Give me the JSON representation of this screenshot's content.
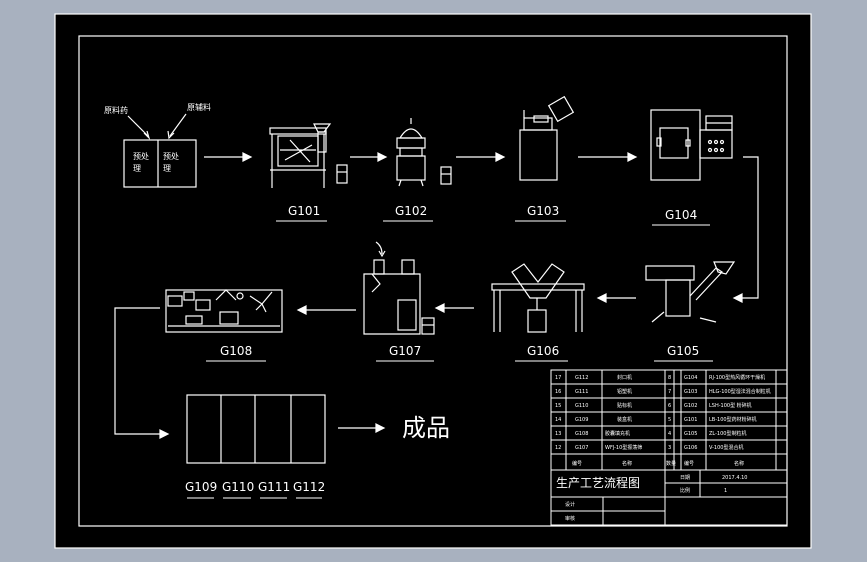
{
  "diagram": {
    "materials": {
      "label_1": "原料药",
      "label_2": "原辅料"
    },
    "pretreat": {
      "label_1": "预处理",
      "label_2": "预处理"
    },
    "stations": {
      "g101": "G101",
      "g102": "G102",
      "g103": "G103",
      "g104": "G104",
      "g105": "G105",
      "g106": "G106",
      "g107": "G107",
      "g108": "G108",
      "g109": "G109",
      "g110": "G110",
      "g111": "G111",
      "g112": "G112"
    },
    "product": "成品"
  },
  "title_block": {
    "drawing_title": "生产工艺流程图",
    "rows": [
      {
        "n1": "17",
        "code1": "G112",
        "name1": "封口机",
        "n2": "8",
        "code2": "G104",
        "name2": "RJ-100型热风循环干燥机"
      },
      {
        "n1": "16",
        "code1": "G111",
        "name1": "铝塑机",
        "n2": "7",
        "code2": "G103",
        "name2": "HLG-100型湿法混合制粒机"
      },
      {
        "n1": "15",
        "code1": "G110",
        "name1": "贴标机",
        "n2": "6",
        "code2": "G102",
        "name2": "LSH-100型 粉碎机"
      },
      {
        "n1": "14",
        "code1": "G109",
        "name1": "装盒机",
        "n2": "5",
        "code2": "G101",
        "name2": "LB-100型药材粉碎机"
      },
      {
        "n1": "13",
        "code1": "G108",
        "name1": "胶囊填充机",
        "n2": "4",
        "code2": "G105",
        "name2": "ZL-100型制粒机"
      },
      {
        "n1": "12",
        "code1": "G107",
        "name1": "WFJ-10型振荡筛",
        "n2": "3",
        "code2": "G106",
        "name2": "V-100型混合机"
      }
    ],
    "header_left": "编号",
    "header_left2": "名称",
    "header_mid": "数量",
    "header_right": "编号",
    "header_right2": "名称",
    "label_date": "日期",
    "date_value": "2017.4.10",
    "label_scale": "比例",
    "scale_value": "1",
    "label_design": "设计",
    "label_check": "审核"
  }
}
